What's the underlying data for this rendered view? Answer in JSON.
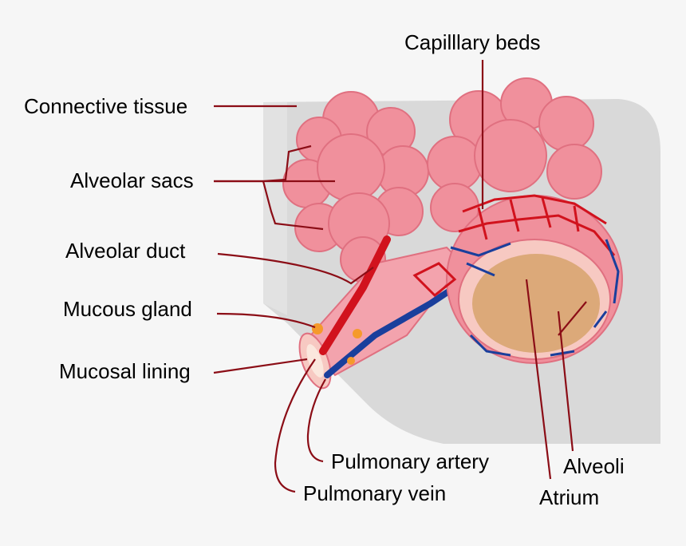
{
  "labels": {
    "capillary_beds": "Capilllary beds",
    "connective_tissue": "Connective tissue",
    "alveolar_sacs": "Alveolar sacs",
    "alveolar_duct": "Alveolar duct",
    "mucous_gland": "Mucous gland",
    "mucosal_lining": "Mucosal lining",
    "pulmonary_artery": "Pulmonary artery",
    "pulmonary_vein": "Pulmonary vein",
    "alveoli": "Alveoli",
    "atrium": "Atrium"
  },
  "colors": {
    "background": "#f6f6f6",
    "tissue": "#d9d9d9",
    "tissue_shadow": "#c4c4c4",
    "alveolus_fill": "#f0909c",
    "alveolus_stroke": "#e07080",
    "bronchiole": "#f3a3ad",
    "artery": "#d1121d",
    "vein": "#1a3f9c",
    "atrium": "#d7a36c",
    "gland": "#f59a2b",
    "leader_line": "#8b0d16"
  }
}
